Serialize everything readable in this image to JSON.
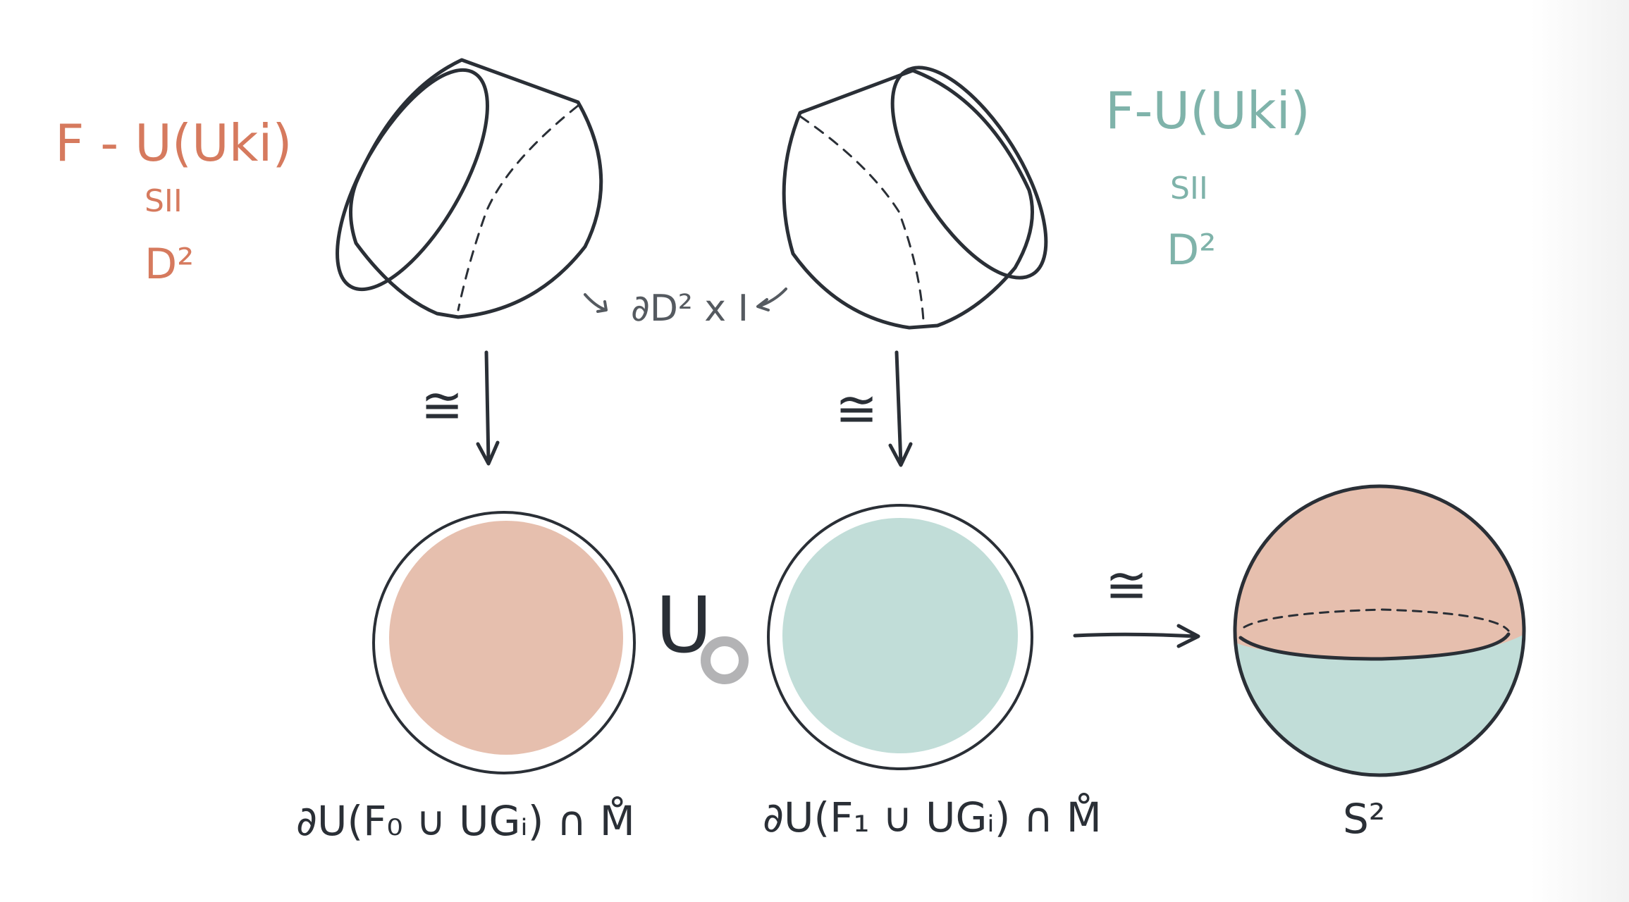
{
  "colors": {
    "salmon": "#e6bfae",
    "salmon_text": "#d67a5e",
    "teal": "#c1ddd8",
    "teal_text": "#7fb3aa",
    "grey": "#bbbbbd",
    "ink": "#2a2f36",
    "ring_grey": "#b3b3b5"
  },
  "left_labels": {
    "line1": "F - U(Uki)",
    "line2": "SII",
    "line3": "D²"
  },
  "right_labels": {
    "line1": "F-U(Uki)",
    "line2": "SII",
    "line3": "D²"
  },
  "middle_label": "∂D² x I",
  "homeo_symbol": "≅",
  "union_symbol": "U",
  "circle_subscript": "o",
  "bottom_labels": {
    "left": "∂U(F₀ ∪ UGᵢ) ∩ M̊",
    "middle": "∂U(F₁ ∪ UGᵢ) ∩ M̊",
    "right": "S²"
  }
}
